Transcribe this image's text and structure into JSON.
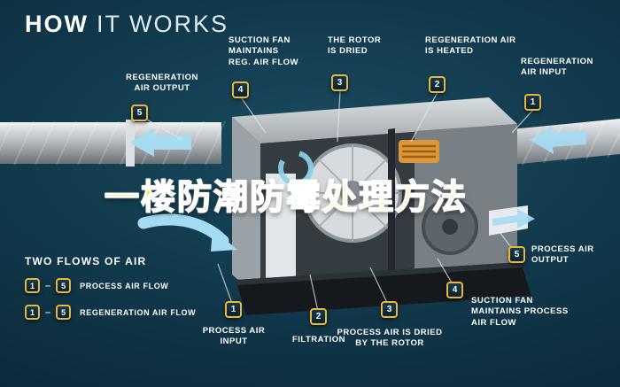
{
  "title": {
    "bold": "HOW",
    "light": "IT WORKS"
  },
  "overlay": {
    "text": "一楼防潮防霉处理方法"
  },
  "callouts": {
    "reg_output": {
      "num": "5",
      "label": "REGENERATION\nAIR OUTPUT"
    },
    "suction_reg": {
      "num": "4",
      "label": "SUCTION FAN\nMAINTAINS\nREG. AIR FLOW"
    },
    "rotor_dried": {
      "num": "3",
      "label": "THE ROTOR\nIS DRIED"
    },
    "reg_heated": {
      "num": "2",
      "label": "REGENERATION AIR\nIS HEATED"
    },
    "reg_input": {
      "num": "1",
      "label": "REGENERATION\nAIR INPUT"
    },
    "process_output": {
      "num": "5",
      "label": "PROCESS AIR\nOUTPUT"
    },
    "suction_process": {
      "num": "4",
      "label": "SUCTION FAN\nMAINTAINS PROCESS\nAIR FLOW"
    },
    "process_dried": {
      "num": "3",
      "label": "PROCESS AIR IS DRIED\nBY THE ROTOR"
    },
    "filtration": {
      "num": "2",
      "label": "FILTRATION"
    },
    "process_input": {
      "num": "1",
      "label": "PROCESS AIR\nINPUT"
    }
  },
  "legend": {
    "title": "TWO FLOWS OF AIR",
    "rows": [
      {
        "from": "1",
        "dash": "–",
        "to": "5",
        "label": "PROCESS AIR FLOW"
      },
      {
        "from": "1",
        "dash": "–",
        "to": "5",
        "label": "REGENERATION AIR FLOW"
      }
    ]
  },
  "colors": {
    "background": "#10374a",
    "accent_gold": "#e9b63c",
    "airflow_blue": "#a5dcf4",
    "overlay_yellow": "#ffe100"
  }
}
